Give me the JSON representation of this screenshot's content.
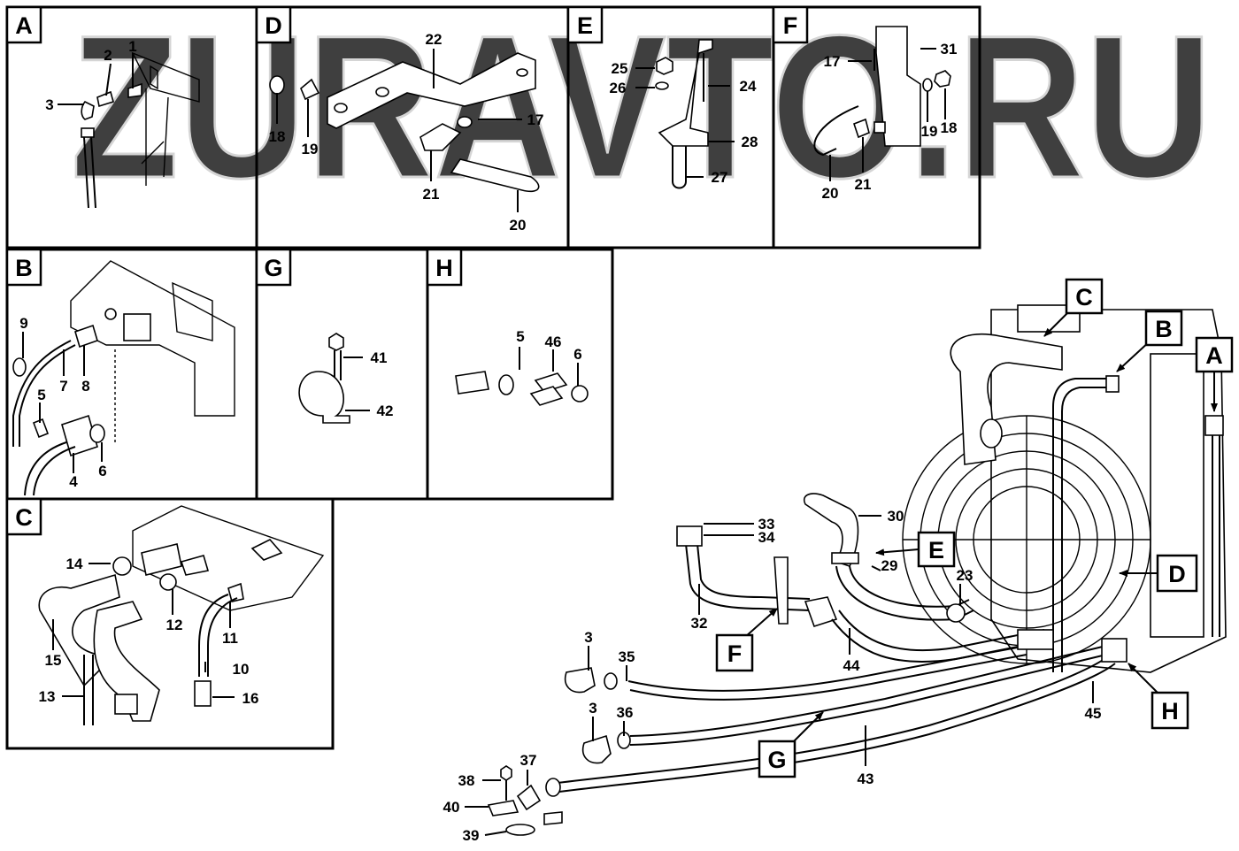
{
  "watermark": "ZURAVTO.RU",
  "panels": [
    {
      "letter": "A",
      "labels": [
        "1",
        "2",
        "3"
      ]
    },
    {
      "letter": "D",
      "labels": [
        "22",
        "18",
        "19",
        "17",
        "21",
        "20"
      ]
    },
    {
      "letter": "E",
      "labels": [
        "25",
        "26",
        "24",
        "28",
        "27"
      ]
    },
    {
      "letter": "F",
      "labels": [
        "17",
        "31",
        "19",
        "18",
        "20",
        "21"
      ]
    },
    {
      "letter": "B",
      "labels": [
        "9",
        "7",
        "8",
        "5",
        "4",
        "6"
      ]
    },
    {
      "letter": "G",
      "labels": [
        "41",
        "42"
      ]
    },
    {
      "letter": "H",
      "labels": [
        "5",
        "46",
        "6"
      ]
    },
    {
      "letter": "C",
      "labels": [
        "14",
        "15",
        "12",
        "11",
        "10",
        "13",
        "16"
      ]
    }
  ],
  "main_labels": [
    "33",
    "34",
    "30",
    "29",
    "23",
    "32",
    "44",
    "3",
    "35",
    "3",
    "36",
    "37",
    "38",
    "40",
    "39",
    "45",
    "43"
  ],
  "main_callouts": [
    "C",
    "B",
    "A",
    "E",
    "D",
    "F",
    "H",
    "G"
  ]
}
